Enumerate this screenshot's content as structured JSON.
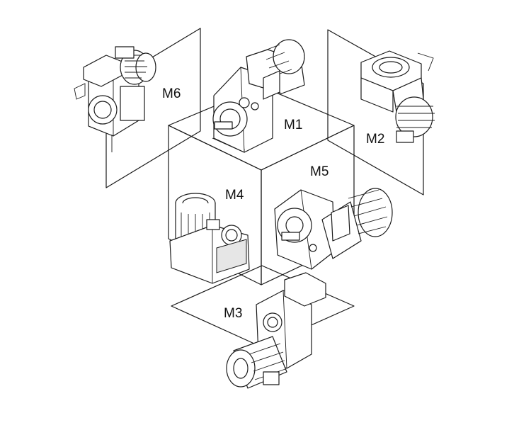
{
  "diagram": {
    "labels": {
      "m1": "M1",
      "m2": "M2",
      "m3": "M3",
      "m4": "M4",
      "m5": "M5",
      "m6": "M6"
    }
  }
}
